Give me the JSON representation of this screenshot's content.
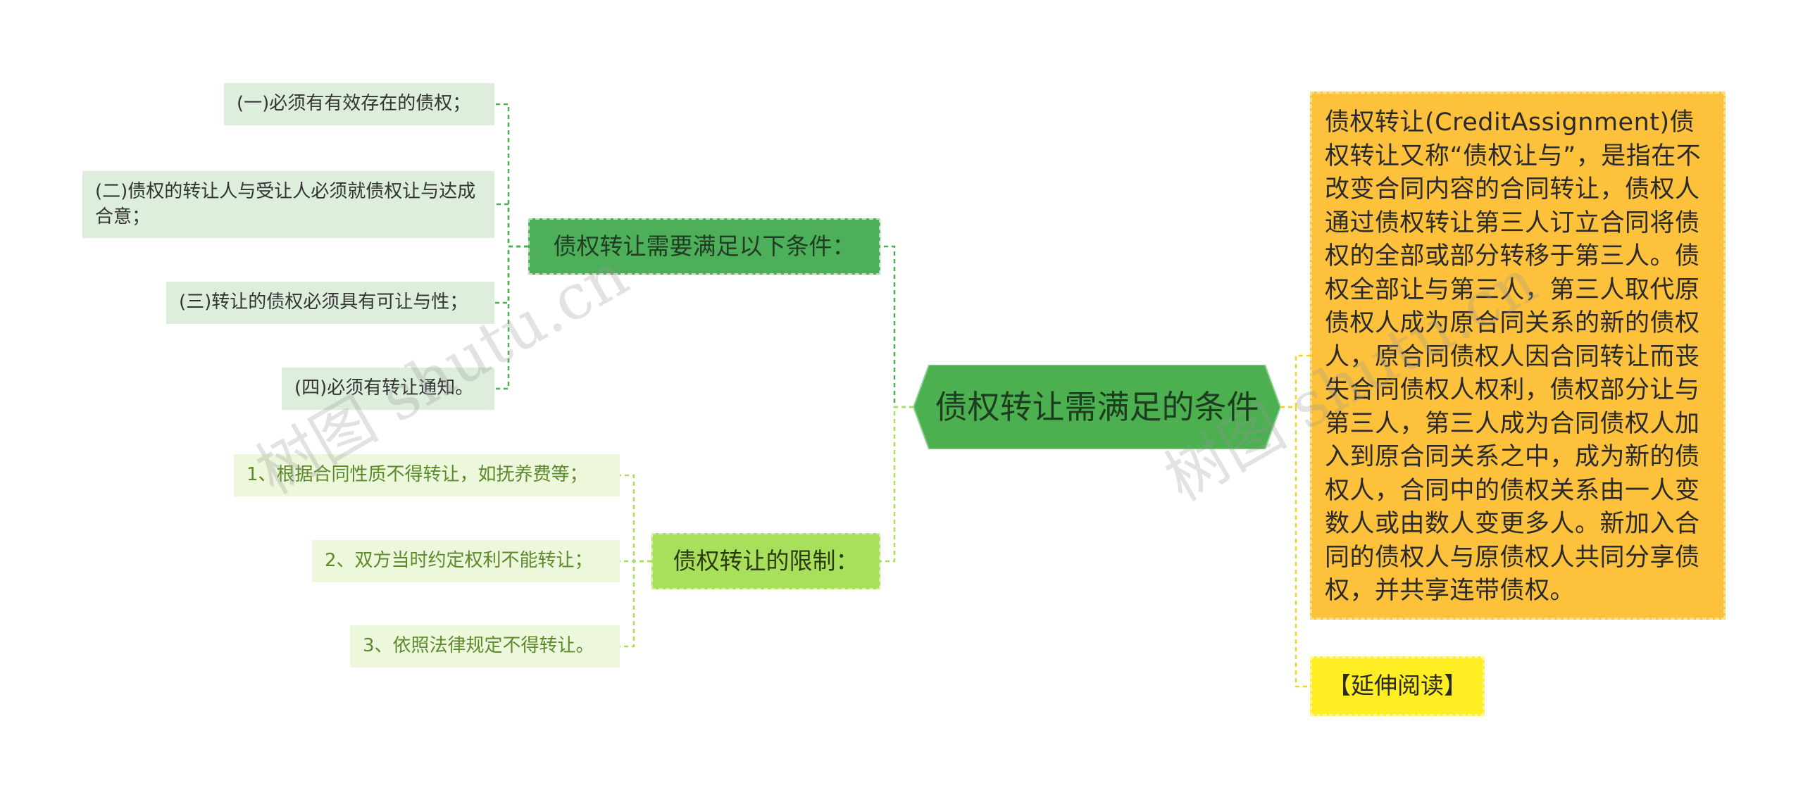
{
  "root": {
    "label": "债权转让需满足的条件"
  },
  "branches": [
    {
      "label": "债权转让需要满足以下条件：",
      "children": [
        "(一)必须有有效存在的债权；",
        "(二)债权的转让人与受让人必须就债权让与达成合意；",
        "(三)转让的债权必须具有可让与性；",
        "(四)必须有转让通知。"
      ]
    },
    {
      "label": "债权转让的限制：",
      "children": [
        "1、根据合同性质不得转让，如抚养费等；",
        "2、双方当时约定权利不能转让；",
        "3、依照法律规定不得转让。"
      ]
    }
  ],
  "description": "债权转让(CreditAssignment)债权转让又称“债权让与”，是指在不改变合同内容的合同转让，债权人通过债权转让第三人订立合同将债权的全部或部分转移于第三人。债权全部让与第三人，第三人取代原债权人成为原合同关系的新的债权人，原合同债权人因合同转让而丧失合同债权人权利，债权部分让与第三人，第三人成为合同债权人加入到原合同关系之中，成为新的债权人，合同中的债权关系由一人变数人或由数人变更多人。新加入合同的债权人与原债权人共同分享债权，并共享连带债权。",
  "extended_reading": "【延伸阅读】",
  "watermarks": [
    "树图 shutu.cn",
    "树图 shutu.cn"
  ],
  "colors": {
    "root": "#4caf50",
    "branch_a": "#4daf5a",
    "branch_b": "#a8e05c",
    "leaf_a": "#ddeedd",
    "leaf_b": "#ecf7dc",
    "description": "#fdc13b",
    "extended_reading": "#ffee22",
    "connector_a": "#4caf50",
    "connector_b": "#a8e05c",
    "connector_right": "#f3d21d"
  }
}
